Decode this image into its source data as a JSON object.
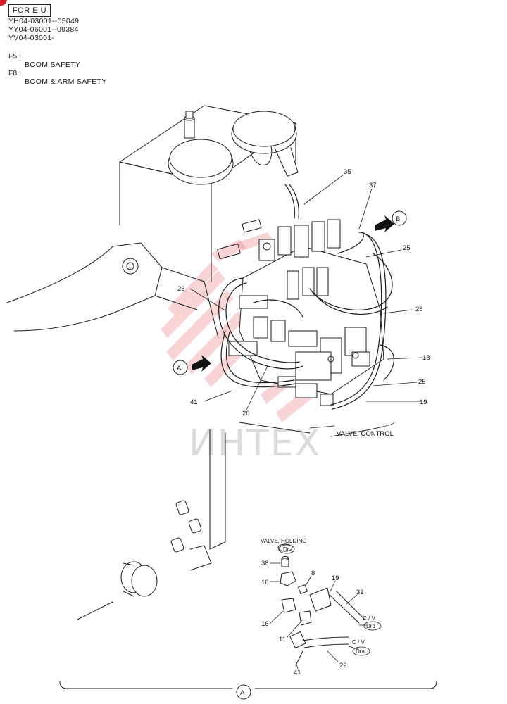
{
  "header": {
    "region": "FOR E U",
    "serials": [
      "YH04-03001--05049",
      "YY04-06001--09384",
      "YV04-03001-"
    ],
    "options": [
      {
        "code": "F5 :",
        "desc": "BOOM SAFETY"
      },
      {
        "code": "F8 :",
        "desc": "BOOM & ARM SAFETY"
      }
    ]
  },
  "labels": {
    "valve_control": "VALVE, CONTROL",
    "valve_holding": "VALVE, HOLDING",
    "dr": "Dr",
    "cv1": "C / V",
    "drd": "Drd",
    "cv2": "C / V",
    "dra": "Dra",
    "view_a": "A",
    "view_b": "B",
    "section_a": "A"
  },
  "callouts": {
    "c35": "35",
    "c37": "37",
    "c25a": "25",
    "c26a": "26",
    "c26b": "26",
    "c18": "18",
    "c25b": "25",
    "c19": "19",
    "c41a": "41",
    "c20": "20",
    "c38": "38",
    "c8": "8",
    "c16a": "16",
    "c19b": "19",
    "c32": "32",
    "c16b": "16",
    "c11": "11",
    "c22": "22",
    "c41b": "41"
  },
  "watermark": "ИНТЕХ",
  "colors": {
    "line": "#1a1a1a",
    "watermark": "#e8646e"
  }
}
